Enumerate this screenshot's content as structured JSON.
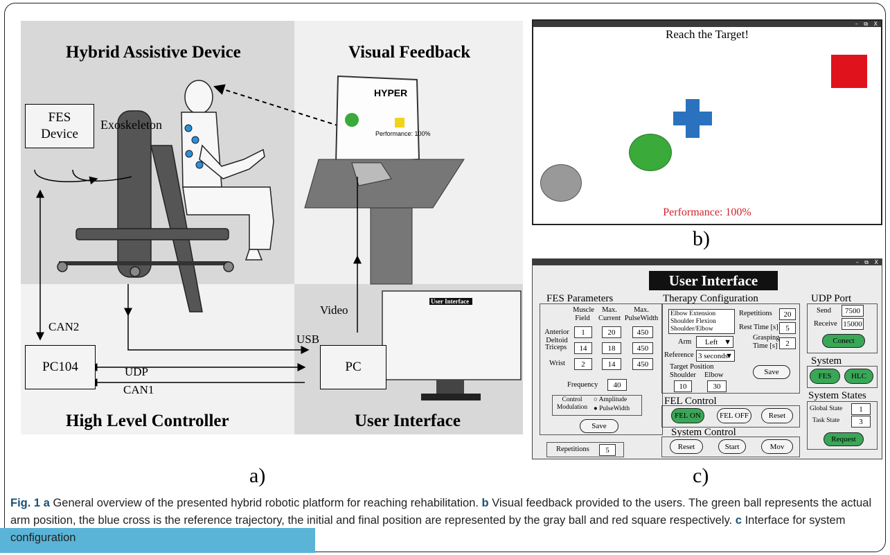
{
  "panel_a": {
    "title_tl": "Hybrid Assistive Device",
    "title_tr": "Visual Feedback",
    "title_bl": "High Level Controller",
    "title_br": "User Interface",
    "fes_box_line1": "FES",
    "fes_box_line2": "Device",
    "exoskeleton_label": "Exoskeleton",
    "pc104_label": "PC104",
    "pc_label": "PC",
    "can2_label": "CAN2",
    "usb_label": "USB",
    "video_label": "Video",
    "udp_label": "UDP",
    "can1_label": "CAN1",
    "monitor_performance": "Performance: 100%",
    "monitor_logo": "HYPER",
    "mini_ui_title": "User Interface",
    "sub_label": "a)"
  },
  "panel_b": {
    "window_buttons": "– ⧉ X",
    "heading": "Reach the Target!",
    "performance": "Performance: 100%",
    "colors": {
      "target": "#e0121b",
      "cross": "#2a72bd",
      "ball": "#3aaa3a",
      "start": "#999999",
      "performance_text": "#d0202a"
    },
    "sub_label": "b)"
  },
  "panel_c": {
    "window_buttons": "– ⧉ X",
    "title": "User Interface",
    "fes": {
      "title": "FES Parameters",
      "col1": "Muscle Field",
      "col2": "Max. Current",
      "col3": "Max. PulseWidth",
      "rows": [
        {
          "name": "Anterior Deltoid",
          "field": "1",
          "current": "20",
          "pw": "450"
        },
        {
          "name": "Triceps",
          "field": "14",
          "current": "18",
          "pw": "450"
        },
        {
          "name": "Wrist",
          "field": "2",
          "current": "14",
          "pw": "450"
        }
      ],
      "frequency_label": "Frequency",
      "frequency": "40",
      "control_label": "Control Modulation",
      "opt1": "Amplitude",
      "opt2": "PulseWidth",
      "save": "Save"
    },
    "repetitions_label": "Repetitions",
    "repetitions": "5",
    "therapy": {
      "title": "Therapy Configuration",
      "list": [
        "Elbow Extension",
        "Shoulder Flexion",
        "Shoulder/Elbow"
      ],
      "arm_label": "Arm",
      "arm": "Left",
      "reference_label": "Reference",
      "reference": "3 seconds",
      "target_label": "Target Position",
      "shoulder_label": "Shoulder",
      "shoulder": "10",
      "elbow_label": "Elbow",
      "elbow": "30",
      "reps_label": "Repetitions",
      "reps": "20",
      "rest_label": "Rest Time [s]",
      "rest": "5",
      "grasp_label1": "Grasping",
      "grasp_label2": "Time [s]",
      "grasp": "2",
      "save": "Save"
    },
    "fel": {
      "title": "FEL Control",
      "on": "FEL ON",
      "off": "FEL OFF",
      "reset": "Reset"
    },
    "sysctl": {
      "title": "System Control",
      "reset": "Reset",
      "start": "Start",
      "mov": "Mov"
    },
    "udp": {
      "title": "UDP Port",
      "send_label": "Send",
      "send": "7500",
      "recv_label": "Receive",
      "recv": "15000",
      "connect": "Conect"
    },
    "system": {
      "title": "System",
      "fes": "FES",
      "hlc": "HLC"
    },
    "states": {
      "title": "System States",
      "global_label": "Global State",
      "global": "1",
      "task_label": "Task State",
      "task": "3",
      "request": "Request"
    },
    "sub_label": "c)"
  },
  "caption": {
    "fig": "Fig. 1",
    "a": "a",
    "a_text": " General overview of the presented hybrid robotic platform for reaching rehabilitation. ",
    "b": "b",
    "b_text": " Visual feedback provided to the users. The green ball represents the actual arm position, the blue cross is the reference trajectory, the initial and final position are represented by the gray ball and red square respectively. ",
    "c": "c",
    "c_text": " Interface for system configuration"
  }
}
